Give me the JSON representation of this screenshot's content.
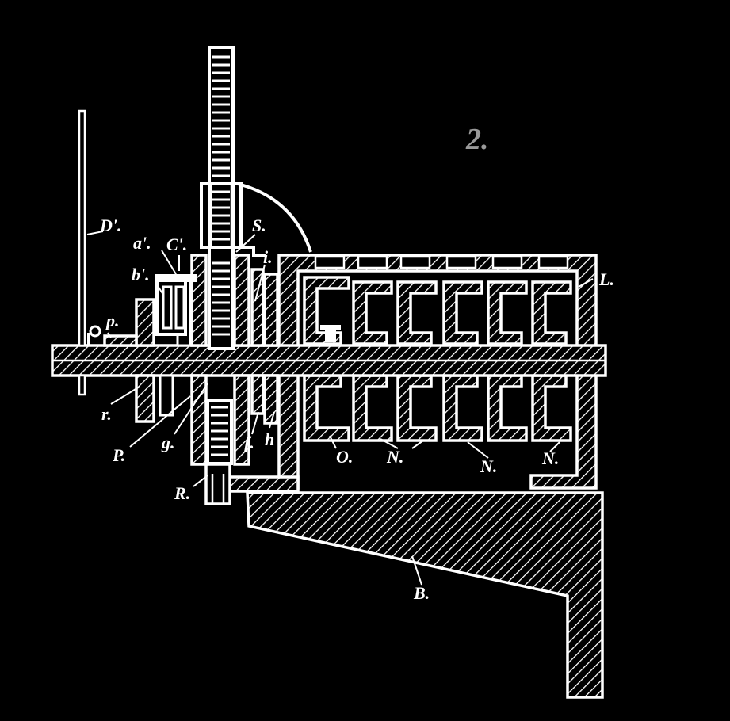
{
  "figure": {
    "number": "2."
  },
  "labels": {
    "D_prime": "D'.",
    "a_prime": "a'.",
    "c_prime": "C'.",
    "b_prime": "b'.",
    "S": "S.",
    "i": "i.",
    "L": "L.",
    "p": "p.",
    "r": "r.",
    "P": "P.",
    "g": "g.",
    "f": "f.",
    "h": "h",
    "R": "R.",
    "O": "O.",
    "N1": "N.",
    "N2": "N.",
    "N3": "N.",
    "B": "B."
  },
  "colors": {
    "background": "#000000",
    "ink": "#ffffff"
  }
}
